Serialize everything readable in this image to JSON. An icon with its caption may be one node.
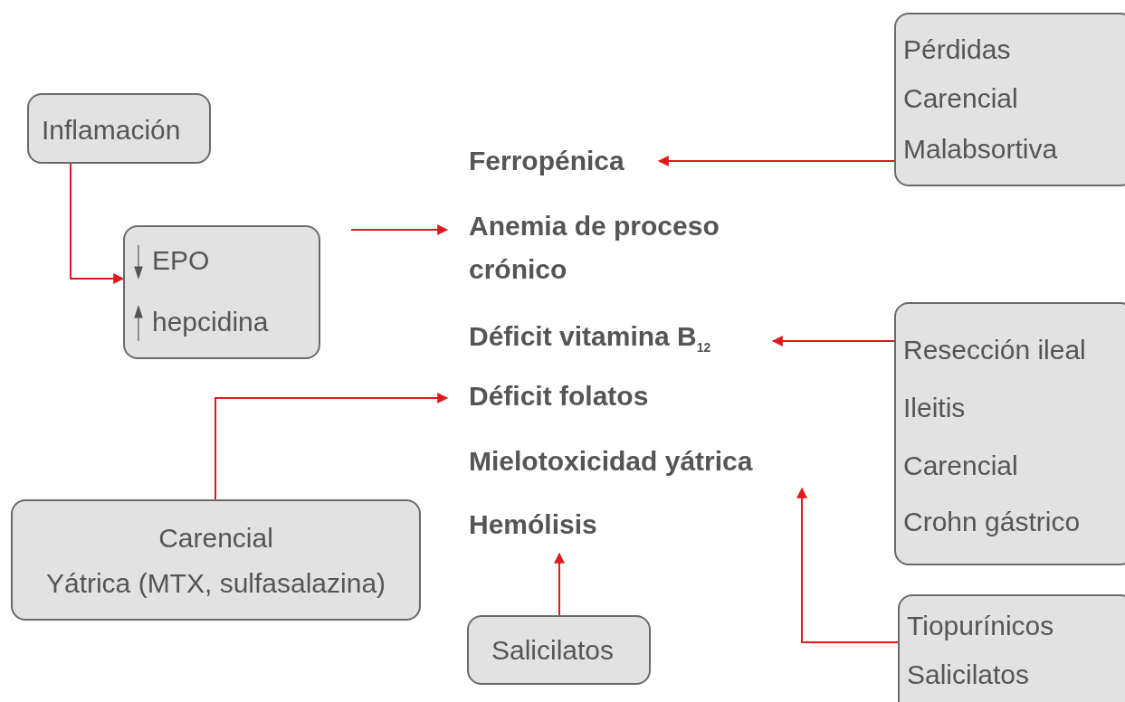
{
  "diagram": {
    "nodes": [
      {
        "text": [
          "Inflamación"
        ]
      },
      {
        "text": [
          "EPO",
          "hepcidina"
        ]
      },
      {
        "text": [
          "Ferropénica"
        ]
      },
      {
        "text": [
          "Anemia de proceso crónico"
        ]
      },
      {
        "text": [
          "Déficit vitamina B$_{12}$"
        ]
      },
      {
        "text": [
          "Déficit folatos"
        ]
      },
      {
        "text": [
          "Mielotoxicidad yátrica"
        ]
      },
      {
        "text": [
          "Hemólisis"
        ]
      },
      {
        "text": [
          "Pérdidas",
          "Carencial",
          "Malabsortiva"
        ]
      },
      {
        "text": [
          "Resección ileal",
          "Ileitis",
          "Carencial",
          "Crohn gástrico"
        ]
      },
      {
        "text": [
          "Carencial",
          "Yátrica (MTX, sulfasalazina)"
        ]
      },
      {
        "text": [
          "Salicilatos"
        ]
      },
      {
        "text": [
          "Tiopurínicos",
          "Salicilatos"
        ]
      }
    ],
    "edges": [
      {
        "from": 0,
        "to": 1,
        "arrow": "to"
      },
      {
        "from": 1,
        "to": 3,
        "arrow": "to"
      },
      {
        "from": 8,
        "to": 2,
        "arrow": "to"
      },
      {
        "from": 9,
        "to": 4,
        "arrow": "to"
      },
      {
        "from": 10,
        "to": 5,
        "arrow": "to"
      },
      {
        "from": 11,
        "to": 7,
        "arrow": "to"
      },
      {
        "from": 12,
        "to": 6,
        "arrow": "to"
      }
    ]
  }
}
